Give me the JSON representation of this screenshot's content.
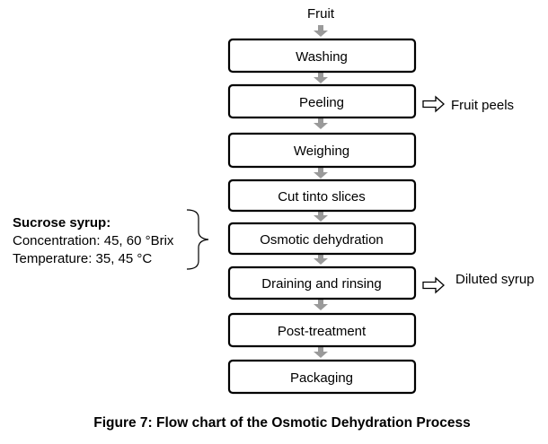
{
  "diagram": {
    "input": "Fruit",
    "steps": [
      "Washing",
      "Peeling",
      "Weighing",
      "Cut tinto slices",
      "Osmotic dehydration",
      "Draining and rinsing",
      "Post-treatment",
      "Packaging"
    ],
    "outputs": {
      "peeling": "Fruit peels",
      "draining": "Diluted syrup"
    },
    "syrup": {
      "title": "Sucrose syrup:",
      "concentration": "Concentration: 45, 60 °Brix",
      "temperature": "Temperature: 35, 45 °C"
    },
    "caption": "Figure 7: Flow chart of the Osmotic Dehydration Process"
  }
}
